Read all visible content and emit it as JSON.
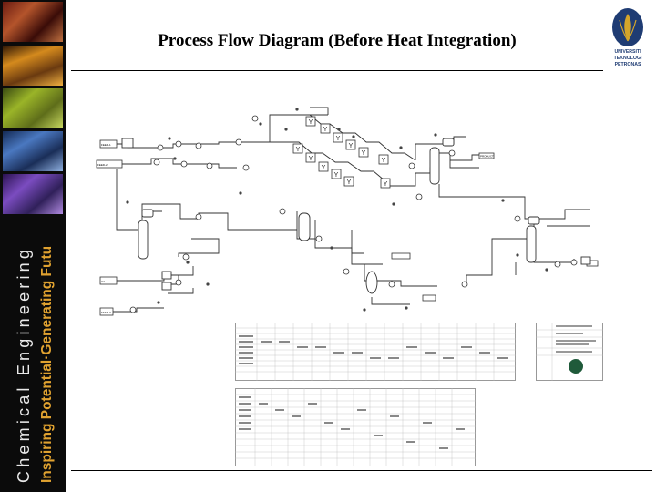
{
  "slide": {
    "title": "Process Flow Diagram (Before Heat Integration)"
  },
  "sidebar": {
    "text_line1": "Chemical Engineering",
    "text_line2_part1": "Inspiring Potential",
    "text_line2_sep": "·",
    "text_line2_part2": "Generating Futures",
    "colors": {
      "background": "#0b0b0b",
      "line1": "#e9e9e9",
      "line2": "#e0a230"
    }
  },
  "logo": {
    "line1": "UNIVERSITI",
    "line2": "TEKNOLOGI",
    "line3": "PETRONAS",
    "colors": {
      "shield": "#1f3c73",
      "emblem": "#d4a52a"
    }
  },
  "diagram": {
    "feed_labels": [
      "FEED-1",
      "FEED-2",
      "H2",
      "FEED-3"
    ],
    "product_label": "PRODUCT"
  }
}
